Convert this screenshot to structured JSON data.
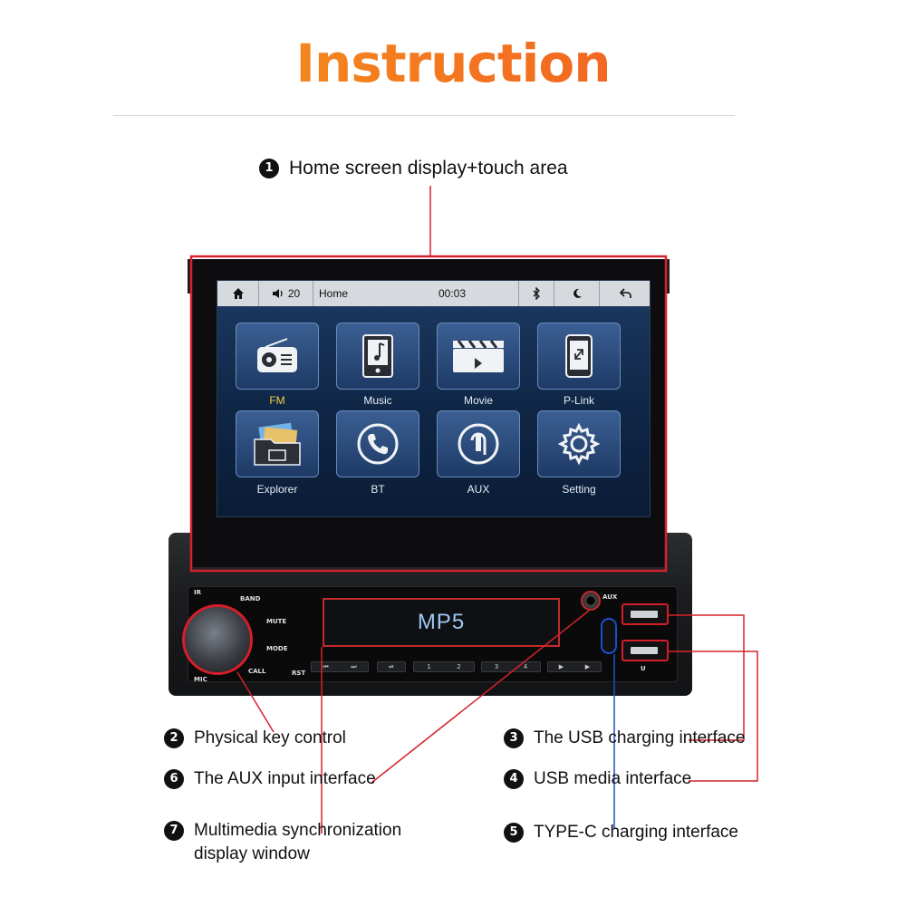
{
  "title": "Instruction",
  "callouts": {
    "c1": {
      "num": "1",
      "text": "Home screen display+touch area"
    },
    "c2": {
      "num": "2",
      "text": "Physical key control"
    },
    "c3": {
      "num": "3",
      "text": "The USB charging interface"
    },
    "c4": {
      "num": "4",
      "text": "USB media interface"
    },
    "c5": {
      "num": "5",
      "text": "TYPE-C charging interface"
    },
    "c6": {
      "num": "6",
      "text": "The AUX input interface"
    },
    "c7": {
      "num": "7",
      "text": "Multimedia synchronization display window"
    }
  },
  "statusbar": {
    "volume": "20",
    "page": "Home",
    "time": "00:03"
  },
  "apps": [
    {
      "label": "FM",
      "icon": "radio-icon"
    },
    {
      "label": "Music",
      "icon": "music-file-icon"
    },
    {
      "label": "Movie",
      "icon": "clapperboard-icon"
    },
    {
      "label": "P-Link",
      "icon": "phone-link-icon"
    },
    {
      "label": "Explorer",
      "icon": "folder-photos-icon"
    },
    {
      "label": "BT",
      "icon": "phone-call-icon"
    },
    {
      "label": "AUX",
      "icon": "aux-plug-icon"
    },
    {
      "label": "Setting",
      "icon": "gear-icon"
    }
  ],
  "faceplate": {
    "ir": "IR",
    "band": "BAND",
    "mute": "MUTE",
    "mode": "MODE",
    "call": "CALL",
    "mic": "MIC",
    "rst": "RST",
    "aux": "AUX",
    "u": "U",
    "display_text": "MP5",
    "preset1": "1",
    "preset2": "2",
    "preset3": "3",
    "preset4": "4"
  },
  "colors": {
    "title_gradient_start": "#f7a21b",
    "title_gradient_end": "#ee4a23",
    "highlight_red": "#d21f2a",
    "typec_blue": "#1a4fd1"
  }
}
